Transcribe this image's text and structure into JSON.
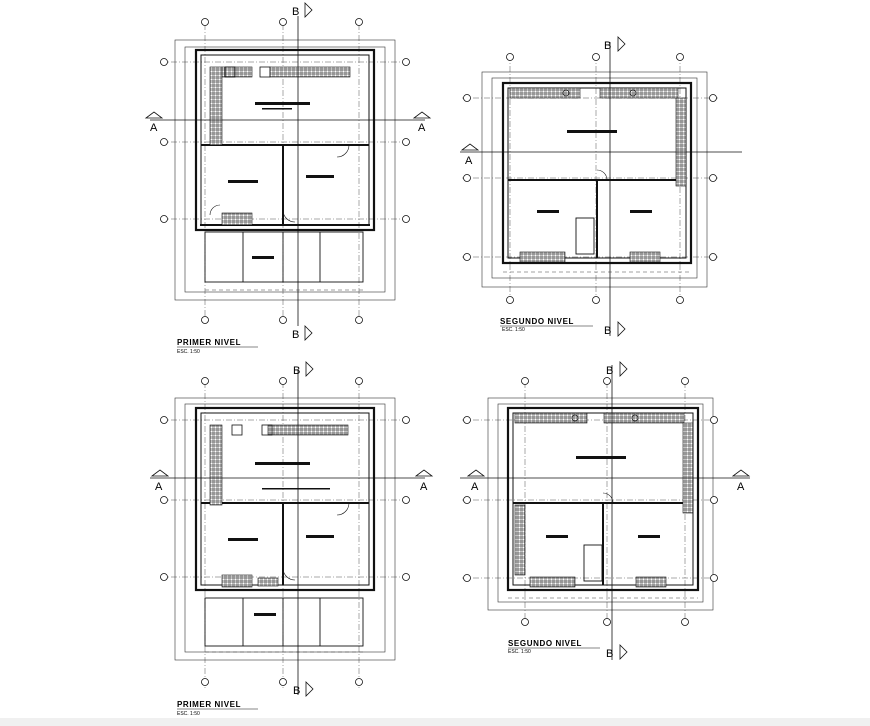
{
  "plans": [
    {
      "title": "PRIMER NIVEL",
      "scale": "ESC. 1:50",
      "section_b": "B",
      "section_a": "A"
    },
    {
      "title": "SEGUNDO NIVEL",
      "scale": "ESC. 1:50",
      "section_b": "B",
      "section_a": "A"
    },
    {
      "title": "PRIMER NIVEL",
      "scale": "ESC. 1:50",
      "section_b": "B",
      "section_a": "A"
    },
    {
      "title": "SEGUNDO NIVEL",
      "scale": "ESC. 1:50",
      "section_b": "B",
      "section_a": "A"
    }
  ],
  "colors": {
    "line": "#111111",
    "background": "#ffffff"
  }
}
